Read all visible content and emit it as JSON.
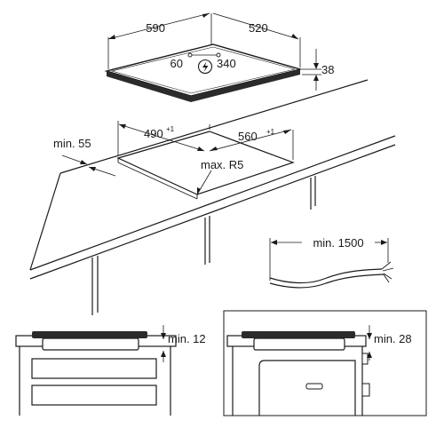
{
  "hob": {
    "width": "590",
    "depth": "520",
    "height": "38",
    "center_left": "60",
    "center_right": "340"
  },
  "cutout": {
    "width": "490",
    "width_tol": "+1",
    "depth": "560",
    "depth_tol": "+1",
    "radius": "max. R5",
    "min_edge": "min. 55"
  },
  "cable": {
    "min_length": "min. 1500"
  },
  "clearance": {
    "left_min": "min. 12",
    "right_min": "min. 28"
  },
  "colors": {
    "line": "#1a1a1a",
    "hob_dark": "#2b2b2b",
    "background": "#ffffff"
  },
  "icons": {
    "power": "lightning-bolt-in-circle"
  }
}
